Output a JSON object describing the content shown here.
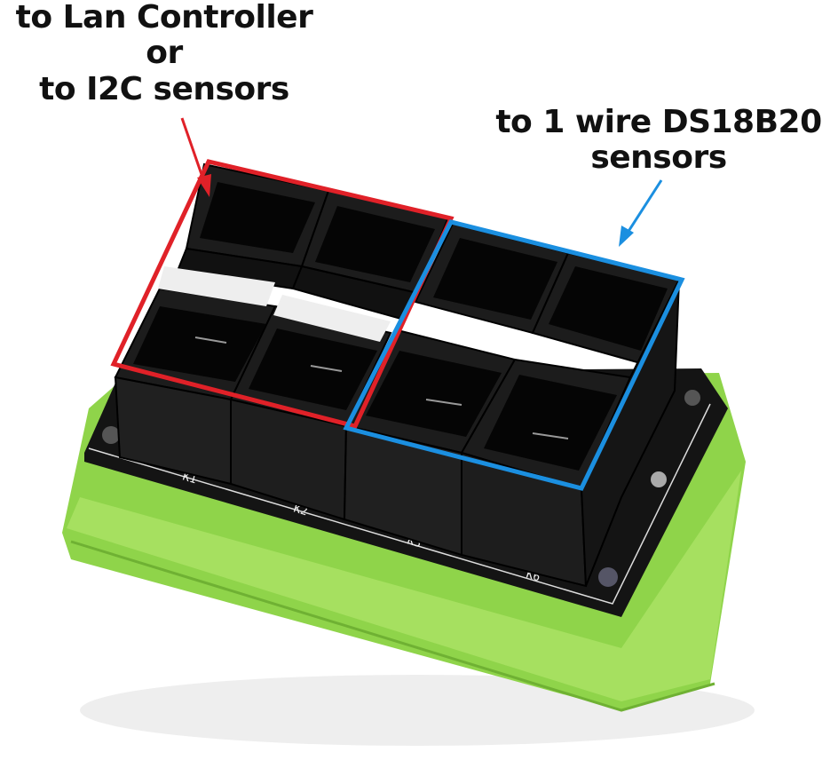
{
  "annotations": {
    "left": {
      "lines": [
        "to Lan Controller",
        "or",
        "to I2C sensors"
      ],
      "color": "#e02128"
    },
    "right": {
      "lines": [
        "to 1 wire DS18B20",
        "sensors"
      ],
      "color": "#1b8fe0"
    }
  },
  "pcb_labels": [
    "K1",
    "K2",
    "K5",
    "K6"
  ],
  "colors": {
    "enclosure": "#8fd44a",
    "pcb": "#141414",
    "jack": "#1a1a1a"
  }
}
